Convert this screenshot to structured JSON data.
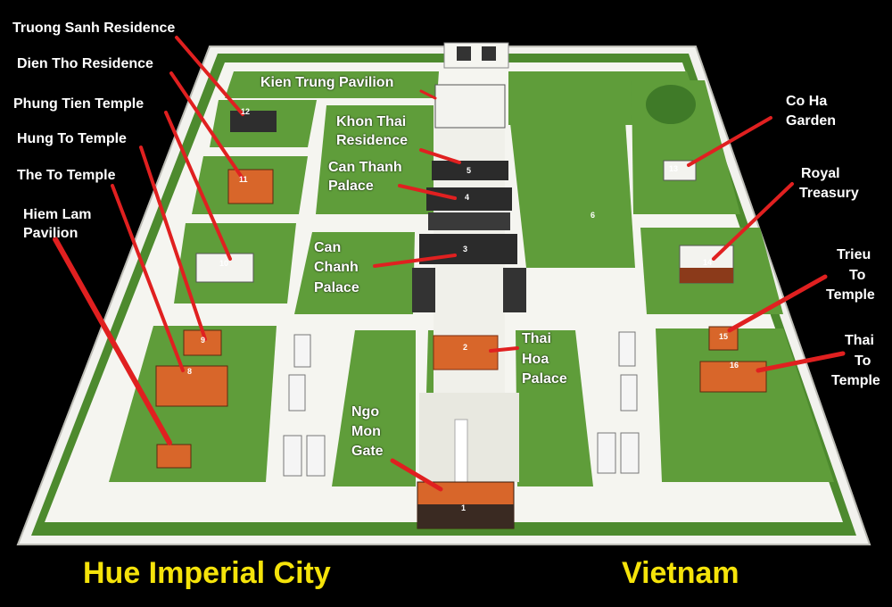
{
  "map": {
    "title_left": "Hue Imperial City",
    "title_right": "Vietnam",
    "colors": {
      "background": "#000000",
      "lawn": "#5f9d3a",
      "lawn_dark": "#3f7a28",
      "wall": "#f2f2ee",
      "roof": "#d8662a",
      "pointer": "#e02020",
      "title": "#f5e30a"
    },
    "labels": {
      "truong_sanh": "Truong Sanh Residence",
      "dien_tho": "Dien Tho Residence",
      "phung_tien": "Phung Tien Temple",
      "hung_to": "Hung To Temple",
      "the_to": "The To Temple",
      "hiem_lam_1": "Hiem Lam",
      "hiem_lam_2": "Pavilion",
      "kien_trung": "Kien Trung Pavilion",
      "khon_thai_1": "Khon Thai",
      "khon_thai_2": "Residence",
      "can_thanh_1": "Can Thanh",
      "can_thanh_2": "Palace",
      "can_chanh_1": "Can",
      "can_chanh_2": "Chanh",
      "can_chanh_3": "Palace",
      "thai_hoa_1": "Thai",
      "thai_hoa_2": "Hoa",
      "thai_hoa_3": "Palace",
      "ngo_mon_1": "Ngo",
      "ngo_mon_2": "Mon",
      "ngo_mon_3": "Gate",
      "co_ha_1": "Co Ha",
      "co_ha_2": "Garden",
      "royal_treasury_1": "Royal",
      "royal_treasury_2": "Treasury",
      "trieu_to_1": "Trieu",
      "trieu_to_2": "To",
      "trieu_to_3": "Temple",
      "thai_to_1": "Thai",
      "thai_to_2": "To",
      "thai_to_3": "Temple"
    },
    "building_numbers": [
      "1",
      "2",
      "3",
      "4",
      "5",
      "6",
      "8",
      "9",
      "10",
      "11",
      "12",
      "13",
      "14",
      "15",
      "16"
    ]
  }
}
